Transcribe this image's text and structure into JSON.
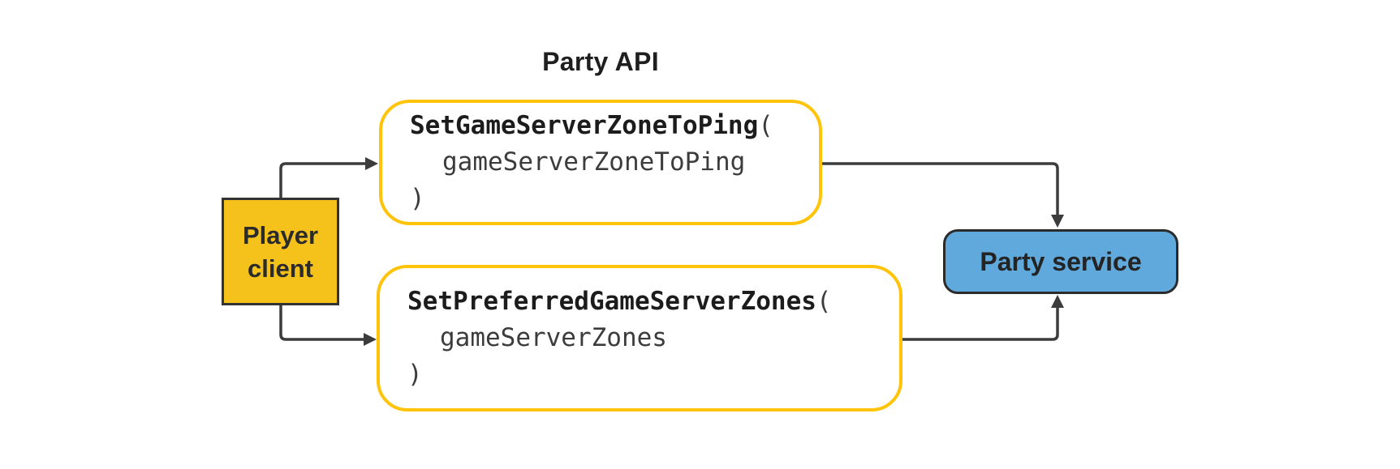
{
  "diagram": {
    "title": "Party API",
    "player_client": {
      "label_line1": "Player",
      "label_line2": "client",
      "fill": "#F4C21A",
      "border_color": "#333333"
    },
    "api_calls": [
      {
        "function": "SetGameServerZoneToPing",
        "open_paren": "(",
        "param": "gameServerZoneToPing",
        "close_paren": ")"
      },
      {
        "function": "SetPreferredGameServerZones",
        "open_paren": "(",
        "param": "gameServerZones",
        "close_paren": ")"
      }
    ],
    "party_service": {
      "label": "Party service",
      "fill": "#5FA9DC",
      "border_color": "#2B2B2B"
    },
    "colors": {
      "api_box_border": "#FFC40A",
      "arrow": "#3C3C3C",
      "function_text": "#1C1C1C",
      "param_text": "#3C3C3C",
      "background": "#FFFFFF"
    }
  }
}
